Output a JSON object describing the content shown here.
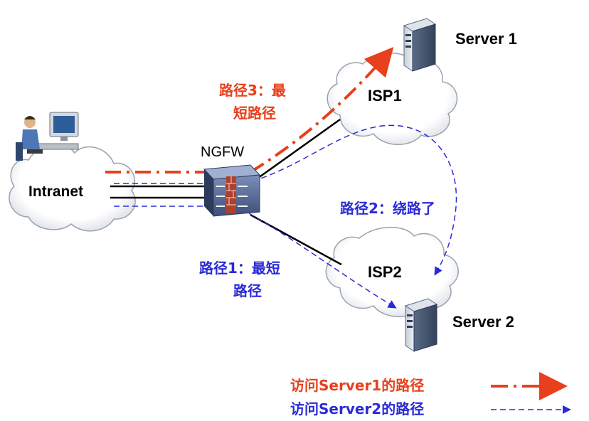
{
  "nodes": {
    "intranet": "Intranet",
    "ngfw": "NGFW",
    "isp1": "ISP1",
    "isp2": "ISP2",
    "server1": "Server 1",
    "server2": "Server 2"
  },
  "annotations": {
    "path3_line1": "路径3：最",
    "path3_line2": "短路径",
    "path2": "路径2：绕路了",
    "path1_line1": "路径1：最短",
    "path1_line2": "路径"
  },
  "legend": {
    "server1_route": "访问Server1的路径",
    "server2_route": "访问Server2的路径"
  },
  "colors": {
    "route_server1": "#e8401c",
    "route_server2": "#2b2bd6",
    "text_red": "#e8401c",
    "text_blue": "#2b2bd6",
    "link": "#000000"
  }
}
